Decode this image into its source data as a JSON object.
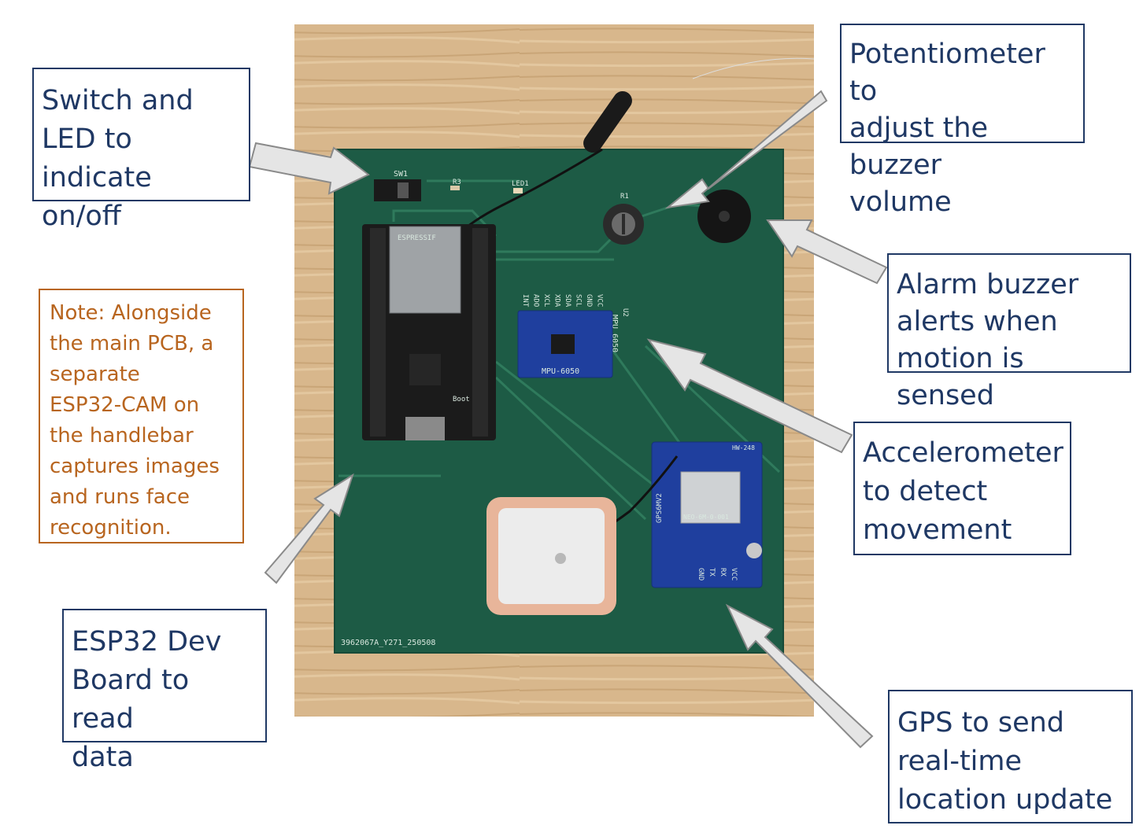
{
  "callouts": {
    "switch_led": "Switch and\nLED to indicate\non/off",
    "potentiometer": "Potentiometer to\nadjust the buzzer\nvolume",
    "buzzer": "Alarm buzzer\nalerts when\nmotion is sensed",
    "accelerometer": "Accelerometer\nto detect\nmovement",
    "esp32": "ESP32 Dev\nBoard to read\ndata",
    "gps": "GPS to send\nreal-time\nlocation update"
  },
  "note": "Note: Alongside\nthe main PCB, a\nseparate\nESP32-CAM on\nthe handlebar\ncaptures images\nand runs face\nrecognition.",
  "board_labels": {
    "sw1": "SW1",
    "r3": "R3",
    "led1": "LED1",
    "r1": "R1",
    "mpu_pins": [
      "INT",
      "ADO",
      "XCL",
      "XDA",
      "SDA",
      "SCL",
      "GND",
      "VCC"
    ],
    "mpu_ref": "U2",
    "mpu_title": "MPU 6050",
    "mpu_module": "MPU-6050",
    "esp_brand": "ESPRESSIF",
    "esp_boot": "Boot",
    "gps_module": "GPS6MV2",
    "gps_chip": "NEO-6M-0-001",
    "gps_pins": [
      "VCC",
      "RX",
      "TX",
      "GND"
    ],
    "gps_id": "HW-248",
    "board_id": "3962067A_Y271_250508"
  },
  "colors": {
    "pcb": "#1d5b45",
    "wood": "#d8b78c",
    "callout_border": "#1f3864",
    "note_text": "#b8651f",
    "arrow_fill": "#e5e5e5"
  }
}
